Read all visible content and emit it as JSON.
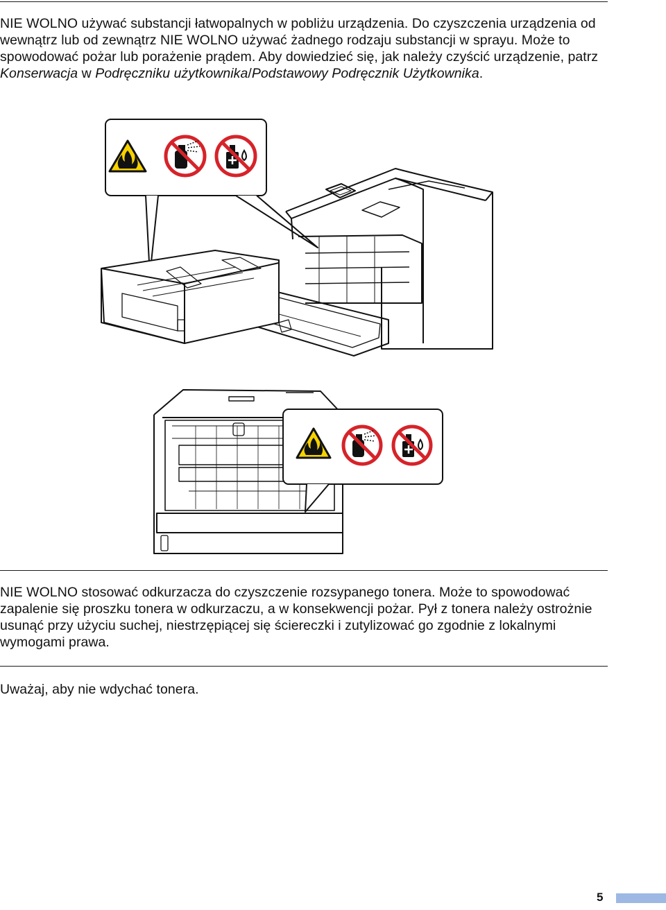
{
  "warning1": {
    "part1": "NIE WOLNO używać substancji łatwopalnych w pobliżu urządzenia. Do czyszczenia urządzenia od wewnątrz lub od zewnątrz NIE WOLNO używać żadnego rodzaju substancji w sprayu. Może to spowodować pożar lub porażenie prądem. Aby dowiedzieć się, jak należy czyścić urządzenie, patrz ",
    "ref1": "Konserwacja",
    "part2": " w ",
    "ref2": "Podręczniku użytkownika",
    "slash": "/",
    "ref3": "Podstawowy Podręcznik Użytkownika",
    "end": "."
  },
  "warning2": "NIE WOLNO stosować odkurzacza do czyszczenie rozsypanego tonera. Może to spowodować zapalenie się proszku tonera w odkurzaczu, a w konsekwencji pożar. Pył z tonera należy ostrożnie usunąć przy użyciu suchej, niestrzępiącej się ściereczki i zutylizować go zgodnie z lokalnymi wymogami prawa.",
  "caution": "Uważaj, aby nie wdychać tonera.",
  "page_number": "5",
  "colors": {
    "prohibition_red": "#d6232a",
    "warning_yellow": "#f6d200",
    "page_tab": "#9db9e3"
  },
  "icons": [
    "flammable-warning-icon",
    "no-spray-icon",
    "no-liquid-cleaner-icon"
  ]
}
